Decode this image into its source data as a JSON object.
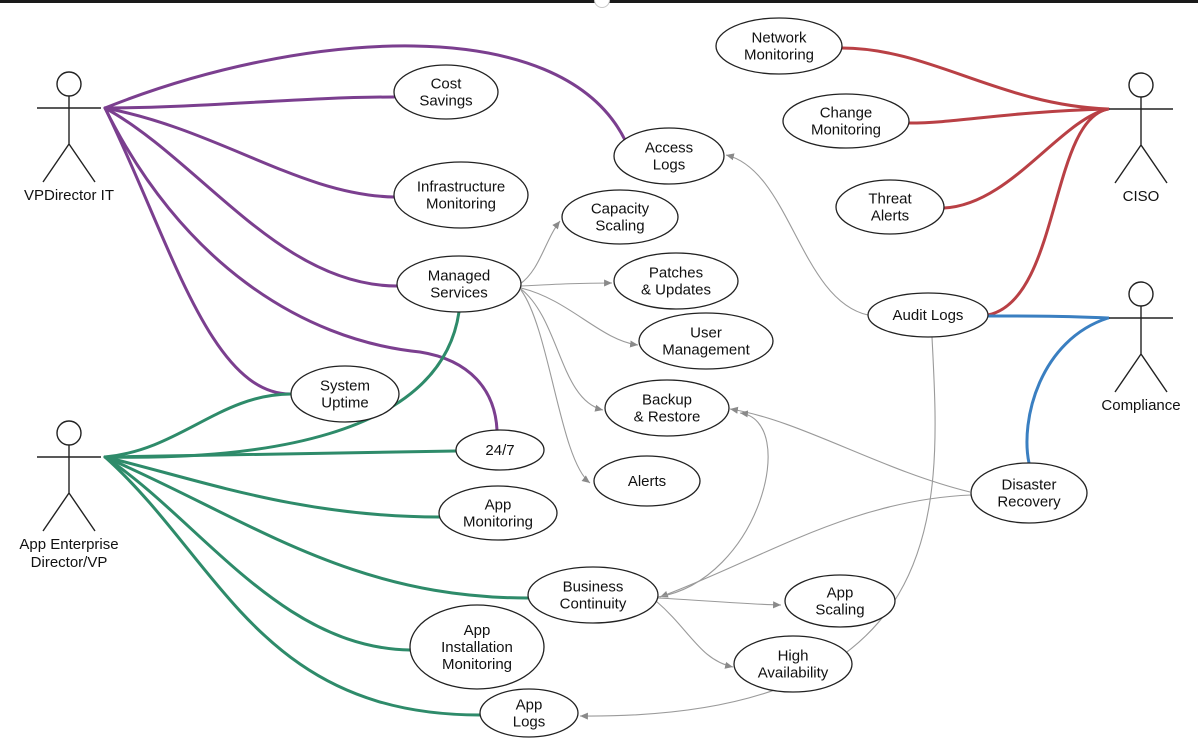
{
  "colors": {
    "vp_it": "#7b3f8f",
    "app_enterprise": "#2e8b6a",
    "ciso": "#b94045",
    "compliance": "#3a7fc1",
    "arrow": "#9a9a9a"
  },
  "actors": [
    {
      "id": "vp-it",
      "label_lines": [
        "VPDirector IT"
      ]
    },
    {
      "id": "app-enterprise",
      "label_lines": [
        "App Enterprise",
        "Director/VP"
      ]
    },
    {
      "id": "ciso",
      "label_lines": [
        "CISO"
      ]
    },
    {
      "id": "compliance",
      "label_lines": [
        "Compliance"
      ]
    }
  ],
  "use_cases": [
    {
      "id": "cost-savings",
      "lines": [
        "Cost",
        "Savings"
      ]
    },
    {
      "id": "access-logs",
      "lines": [
        "Access",
        "Logs"
      ]
    },
    {
      "id": "infrastructure-monitoring",
      "lines": [
        "Infrastructure",
        "Monitoring"
      ]
    },
    {
      "id": "capacity-scaling",
      "lines": [
        "Capacity",
        "Scaling"
      ]
    },
    {
      "id": "managed-services",
      "lines": [
        "Managed",
        "Services"
      ]
    },
    {
      "id": "patches-updates",
      "lines": [
        "Patches",
        "& Updates"
      ]
    },
    {
      "id": "user-management",
      "lines": [
        "User",
        "Management"
      ]
    },
    {
      "id": "backup-restore",
      "lines": [
        "Backup",
        "& Restore"
      ]
    },
    {
      "id": "alerts",
      "lines": [
        "Alerts"
      ]
    },
    {
      "id": "system-uptime",
      "lines": [
        "System",
        "Uptime"
      ]
    },
    {
      "id": "24-7",
      "lines": [
        "24/7"
      ]
    },
    {
      "id": "app-monitoring",
      "lines": [
        "App",
        "Monitoring"
      ]
    },
    {
      "id": "business-continuity",
      "lines": [
        "Business",
        "Continuity"
      ]
    },
    {
      "id": "app-scaling",
      "lines": [
        "App",
        "Scaling"
      ]
    },
    {
      "id": "high-availability",
      "lines": [
        "High",
        "Availability"
      ]
    },
    {
      "id": "app-installation-monitoring",
      "lines": [
        "App",
        "Installation",
        "Monitoring"
      ]
    },
    {
      "id": "app-logs",
      "lines": [
        "App",
        "Logs"
      ]
    },
    {
      "id": "network-monitoring",
      "lines": [
        "Network",
        "Monitoring"
      ]
    },
    {
      "id": "change-monitoring",
      "lines": [
        "Change",
        "Monitoring"
      ]
    },
    {
      "id": "threat-alerts",
      "lines": [
        "Threat",
        "Alerts"
      ]
    },
    {
      "id": "audit-logs",
      "lines": [
        "Audit Logs"
      ]
    },
    {
      "id": "disaster-recovery",
      "lines": [
        "Disaster",
        "Recovery"
      ]
    }
  ],
  "associations": [
    {
      "actor": "vp-it",
      "use_case": "cost-savings"
    },
    {
      "actor": "vp-it",
      "use_case": "access-logs"
    },
    {
      "actor": "vp-it",
      "use_case": "infrastructure-monitoring"
    },
    {
      "actor": "vp-it",
      "use_case": "managed-services"
    },
    {
      "actor": "vp-it",
      "use_case": "system-uptime"
    },
    {
      "actor": "vp-it",
      "use_case": "24-7"
    },
    {
      "actor": "app-enterprise",
      "use_case": "system-uptime"
    },
    {
      "actor": "app-enterprise",
      "use_case": "managed-services"
    },
    {
      "actor": "app-enterprise",
      "use_case": "24-7"
    },
    {
      "actor": "app-enterprise",
      "use_case": "app-monitoring"
    },
    {
      "actor": "app-enterprise",
      "use_case": "business-continuity"
    },
    {
      "actor": "app-enterprise",
      "use_case": "app-installation-monitoring"
    },
    {
      "actor": "app-enterprise",
      "use_case": "app-logs"
    },
    {
      "actor": "ciso",
      "use_case": "network-monitoring"
    },
    {
      "actor": "ciso",
      "use_case": "change-monitoring"
    },
    {
      "actor": "ciso",
      "use_case": "threat-alerts"
    },
    {
      "actor": "ciso",
      "use_case": "audit-logs"
    },
    {
      "actor": "compliance",
      "use_case": "audit-logs"
    },
    {
      "actor": "compliance",
      "use_case": "disaster-recovery"
    }
  ],
  "dependencies": [
    {
      "from": "managed-services",
      "to": "capacity-scaling"
    },
    {
      "from": "managed-services",
      "to": "patches-updates"
    },
    {
      "from": "managed-services",
      "to": "user-management"
    },
    {
      "from": "managed-services",
      "to": "backup-restore"
    },
    {
      "from": "managed-services",
      "to": "alerts"
    },
    {
      "from": "audit-logs",
      "to": "access-logs"
    },
    {
      "from": "audit-logs",
      "to": "app-logs"
    },
    {
      "from": "disaster-recovery",
      "to": "backup-restore"
    },
    {
      "from": "disaster-recovery",
      "to": "business-continuity"
    },
    {
      "from": "business-continuity",
      "to": "backup-restore"
    },
    {
      "from": "business-continuity",
      "to": "app-scaling"
    },
    {
      "from": "business-continuity",
      "to": "high-availability"
    }
  ]
}
